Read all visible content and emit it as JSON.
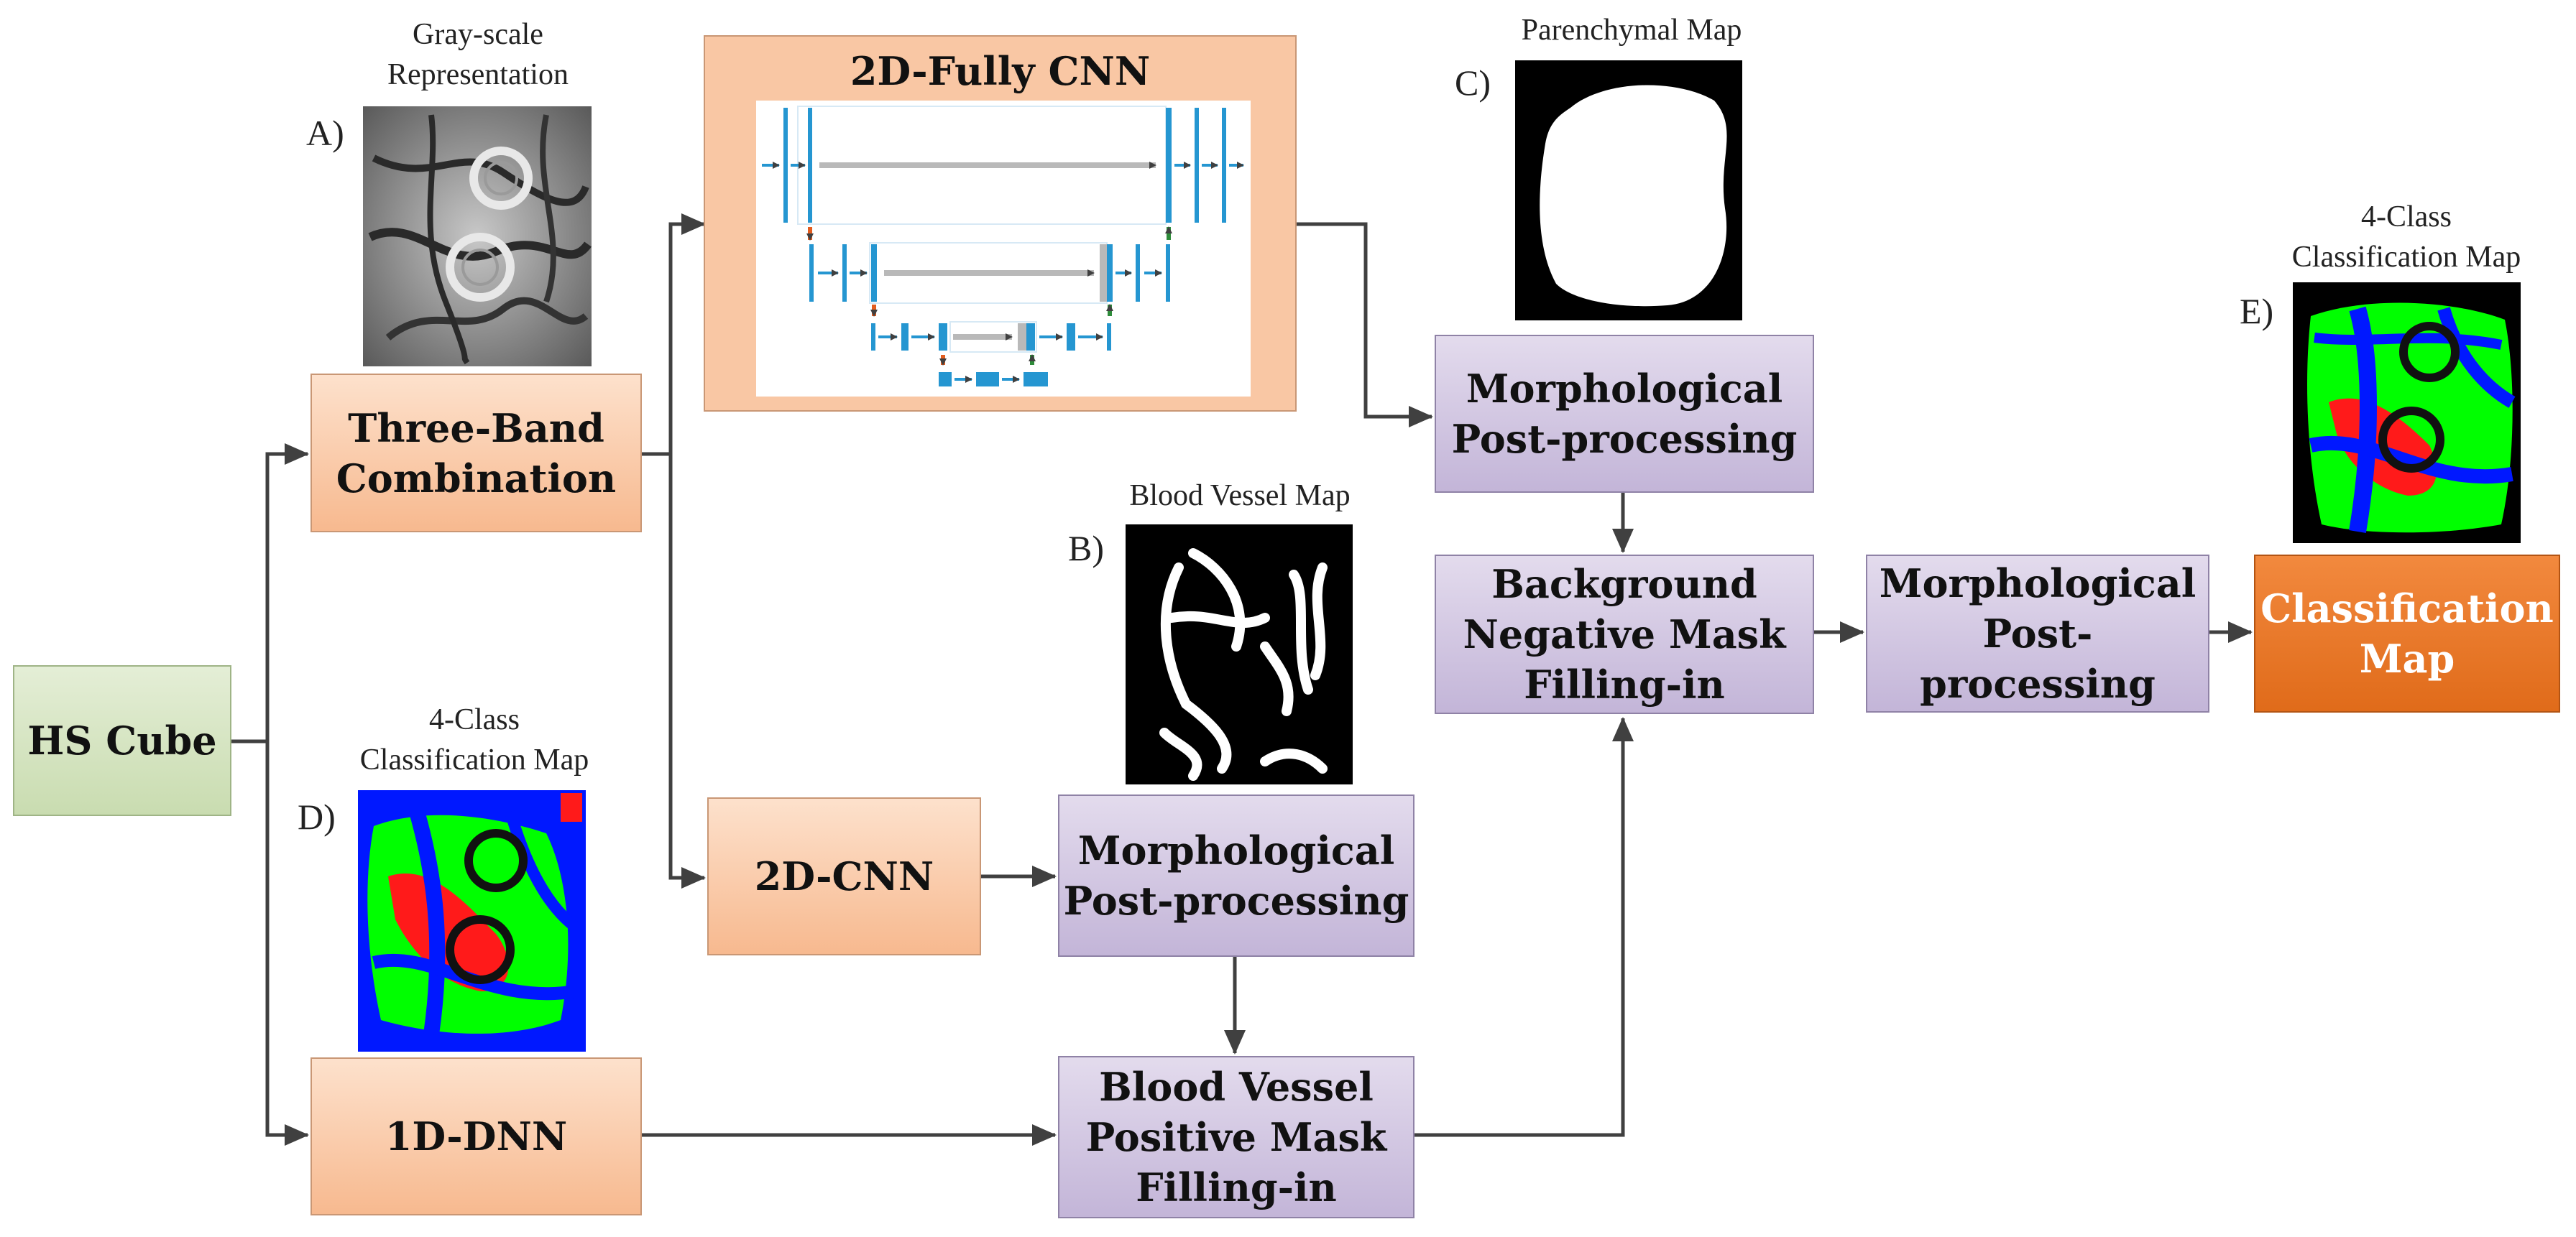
{
  "boxes": {
    "hs_cube": "HS Cube",
    "three_band_1": "Three-Band",
    "three_band_2": "Combination",
    "dnn_1d": "1D-DNN",
    "fcnn_title": "2D-Fully CNN",
    "cnn_2d": "2D-CNN",
    "morph_a_1": "Morphological",
    "morph_a_2": "Post-processing",
    "morph_b_1": "Morphological",
    "morph_b_2": "Post-processing",
    "morph_c_1": "Morphological",
    "morph_c_2": "Post-processing",
    "bvp_1": "Blood Vessel",
    "bvp_2": "Positive Mask",
    "bvp_3": "Filling-in",
    "bnm_1": "Background",
    "bnm_2": "Negative Mask",
    "bnm_3": "Filling-in",
    "class_1": "Classification",
    "class_2": "Map"
  },
  "captions": {
    "gray_1": "Gray-scale",
    "gray_2": "Representation",
    "parenchymal": "Parenchymal Map",
    "blood_vessel": "Blood Vessel Map",
    "four_class_d_1": "4-Class",
    "four_class_d_2": "Classification Map",
    "four_class_e_1": "4-Class",
    "four_class_e_2": "Classification Map"
  },
  "letters": {
    "a": "A)",
    "b": "B)",
    "c": "C)",
    "d": "D)",
    "e": "E)"
  },
  "colors": {
    "arrow": "#404040",
    "unet_block": "#2596d1",
    "unet_skip": "#b9b9b9",
    "down_arrow": "#e35d1f",
    "up_arrow": "#2e8b3a",
    "class_green": "#00ff00",
    "class_blue": "#0018ff",
    "class_red": "#ff1a1a"
  }
}
